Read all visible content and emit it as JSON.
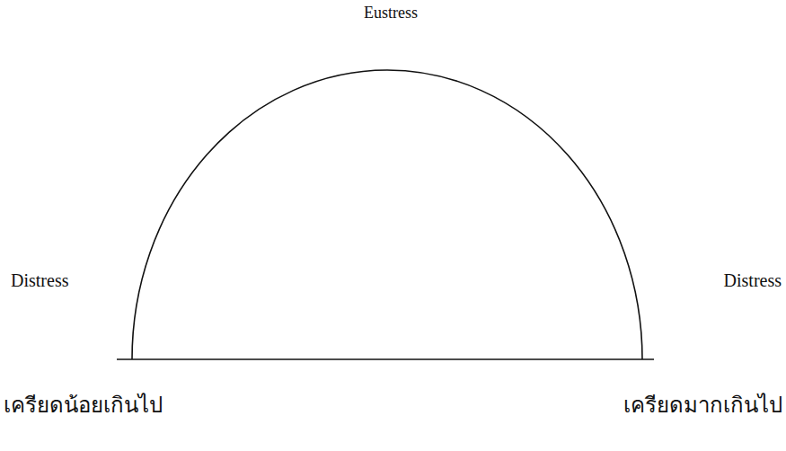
{
  "diagram": {
    "labels": [
      "Eustress",
      "Distress",
      "Distress",
      "เครียดน้อยเกินไป",
      "เครียดมากเกินไป"
    ]
  }
}
